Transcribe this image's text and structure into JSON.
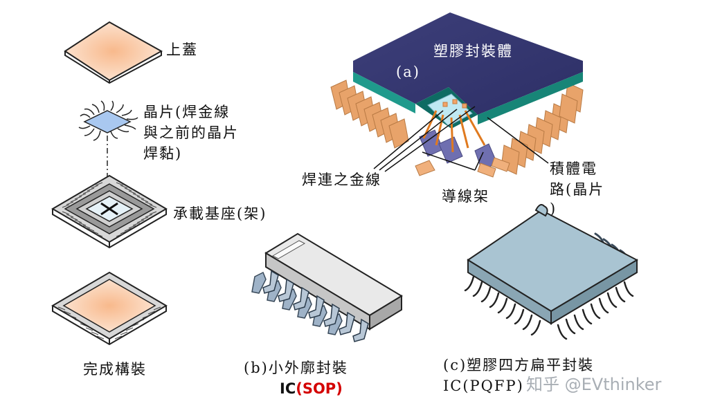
{
  "left_stack": {
    "lid": "上蓋",
    "chip_line1": "晶片(焊金線",
    "chip_line2": "與之前的晶片",
    "chip_line3": "焊黏)",
    "carrier": "承載基座(架)",
    "complete": "完成構裝"
  },
  "panel_a": {
    "tag": "(a)",
    "body": "塑膠封裝體",
    "wires": "焊連之金線",
    "ic_line1": "積體電",
    "ic_line2": "路(晶片",
    "ic_line3": ")",
    "leadframe": "導線架"
  },
  "panel_b": {
    "caption_line1": "(b)小外廓封裝",
    "caption_ic": "IC",
    "caption_sop": "(SOP)"
  },
  "panel_c": {
    "caption_line1": "(c)塑膠四方扁平封裝",
    "caption_line2": "IC(PQFP)"
  },
  "watermark": "知乎 @EVthinker",
  "colors": {
    "mold": "#3b3d78",
    "teal": "#1f9a8c",
    "lead": "#e8a36a",
    "peach": "#f8b98c",
    "pqfp": "#a9c4d2",
    "sop_red": "#d40000"
  }
}
